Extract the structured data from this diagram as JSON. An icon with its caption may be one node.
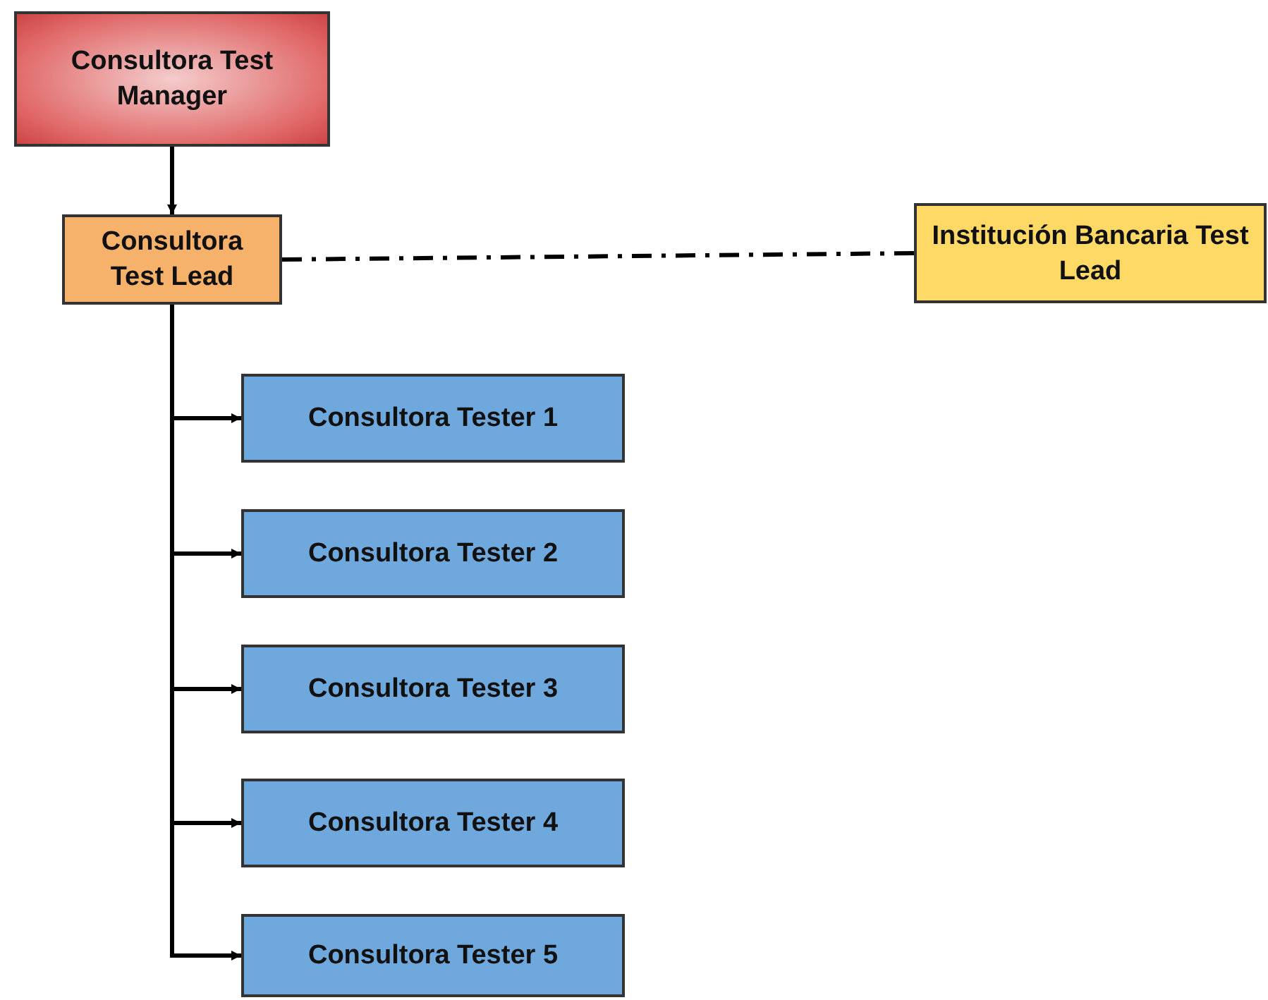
{
  "diagram": {
    "nodes": [
      {
        "text": [
          "Consultora Test Manager"
        ]
      },
      {
        "text": [
          "Consultora Test Lead"
        ]
      },
      {
        "text": [
          "Institución Bancaria Test Lead"
        ]
      },
      {
        "text": [
          "Consultora Tester 1"
        ]
      },
      {
        "text": [
          "Consultora Tester 2"
        ]
      },
      {
        "text": [
          "Consultora Tester 3"
        ]
      },
      {
        "text": [
          "Consultora Tester 4"
        ]
      },
      {
        "text": [
          "Consultora Tester 5"
        ]
      }
    ],
    "edges": [
      {
        "from": 0,
        "to": 1,
        "arrow": "to"
      },
      {
        "from": 1,
        "to": 2,
        "arrow": "none",
        "style": "dashed"
      },
      {
        "from": 1,
        "to": 3,
        "arrow": "to"
      },
      {
        "from": 1,
        "to": 4,
        "arrow": "to"
      },
      {
        "from": 1,
        "to": 5,
        "arrow": "to"
      },
      {
        "from": 1,
        "to": 6,
        "arrow": "to"
      },
      {
        "from": 1,
        "to": 7,
        "arrow": "to"
      }
    ]
  }
}
